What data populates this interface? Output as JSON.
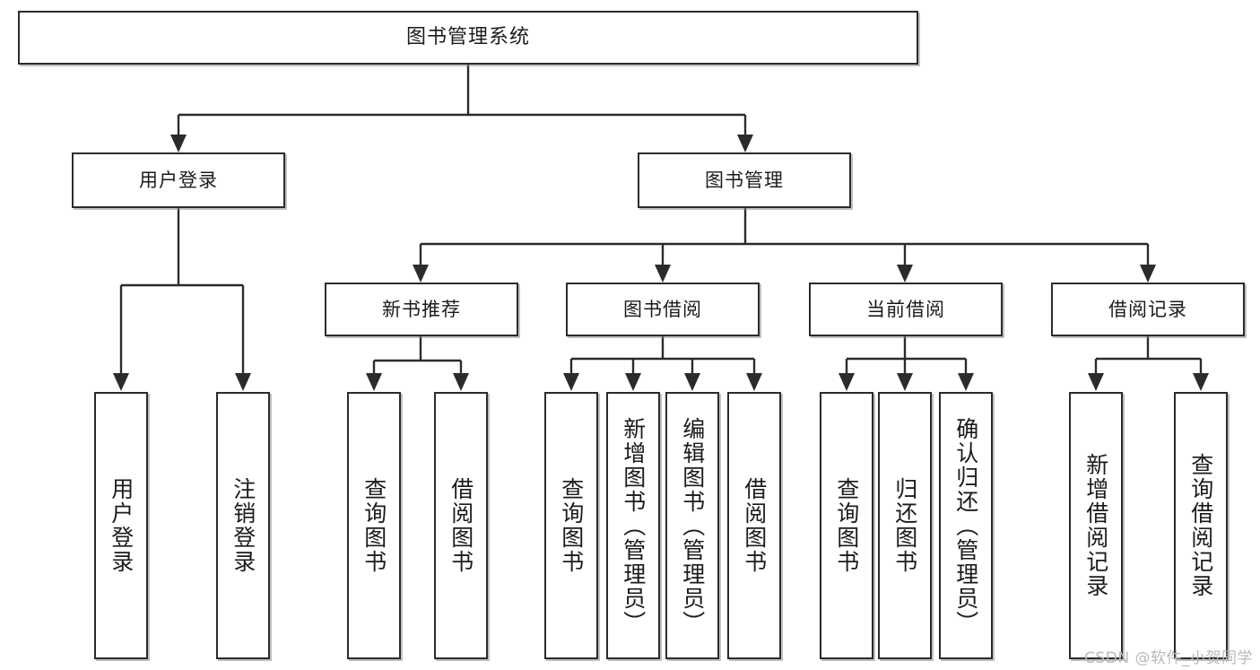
{
  "diagram": {
    "title": "图书管理系统",
    "type": "tree-hierarchy",
    "watermark": "CSDN @软件_小贺同学",
    "colors": {
      "stroke": "#2b2b2b",
      "box_fill": "#ffffff",
      "text": "#1b1b1b",
      "watermark": "#b9b9b9",
      "background": "#ffffff"
    }
  },
  "nodes": {
    "root": {
      "label": "图书管理系统"
    },
    "level1": [
      {
        "id": "user-login",
        "label": "用户登录"
      },
      {
        "id": "book-manage",
        "label": "图书管理"
      }
    ],
    "level2": [
      {
        "id": "new-book-rec",
        "label": "新书推荐"
      },
      {
        "id": "book-borrow",
        "label": "图书借阅"
      },
      {
        "id": "current-borrow",
        "label": "当前借阅"
      },
      {
        "id": "borrow-record",
        "label": "借阅记录"
      }
    ],
    "leaves": {
      "user_login": [
        {
          "id": "leaf-user-login",
          "label": "用户登录"
        },
        {
          "id": "leaf-user-logout",
          "label": "注销登录"
        }
      ],
      "new_book_rec": [
        {
          "id": "leaf-query-book-1",
          "label": "查询图书"
        },
        {
          "id": "leaf-borrow-book-1",
          "label": "借阅图书"
        }
      ],
      "book_borrow": [
        {
          "id": "leaf-query-book-2",
          "label": "查询图书"
        },
        {
          "id": "leaf-add-book",
          "label": "新增图书（管理员）"
        },
        {
          "id": "leaf-edit-book",
          "label": "编辑图书（管理员）"
        },
        {
          "id": "leaf-borrow-book-2",
          "label": "借阅图书"
        }
      ],
      "current_borrow": [
        {
          "id": "leaf-query-book-3",
          "label": "查询图书"
        },
        {
          "id": "leaf-return-book",
          "label": "归还图书"
        },
        {
          "id": "leaf-confirm-return",
          "label": "确认归还（管理员）"
        }
      ],
      "borrow_record": [
        {
          "id": "leaf-add-record",
          "label": "新增借阅记录"
        },
        {
          "id": "leaf-query-record",
          "label": "查询借阅记录"
        }
      ]
    }
  }
}
